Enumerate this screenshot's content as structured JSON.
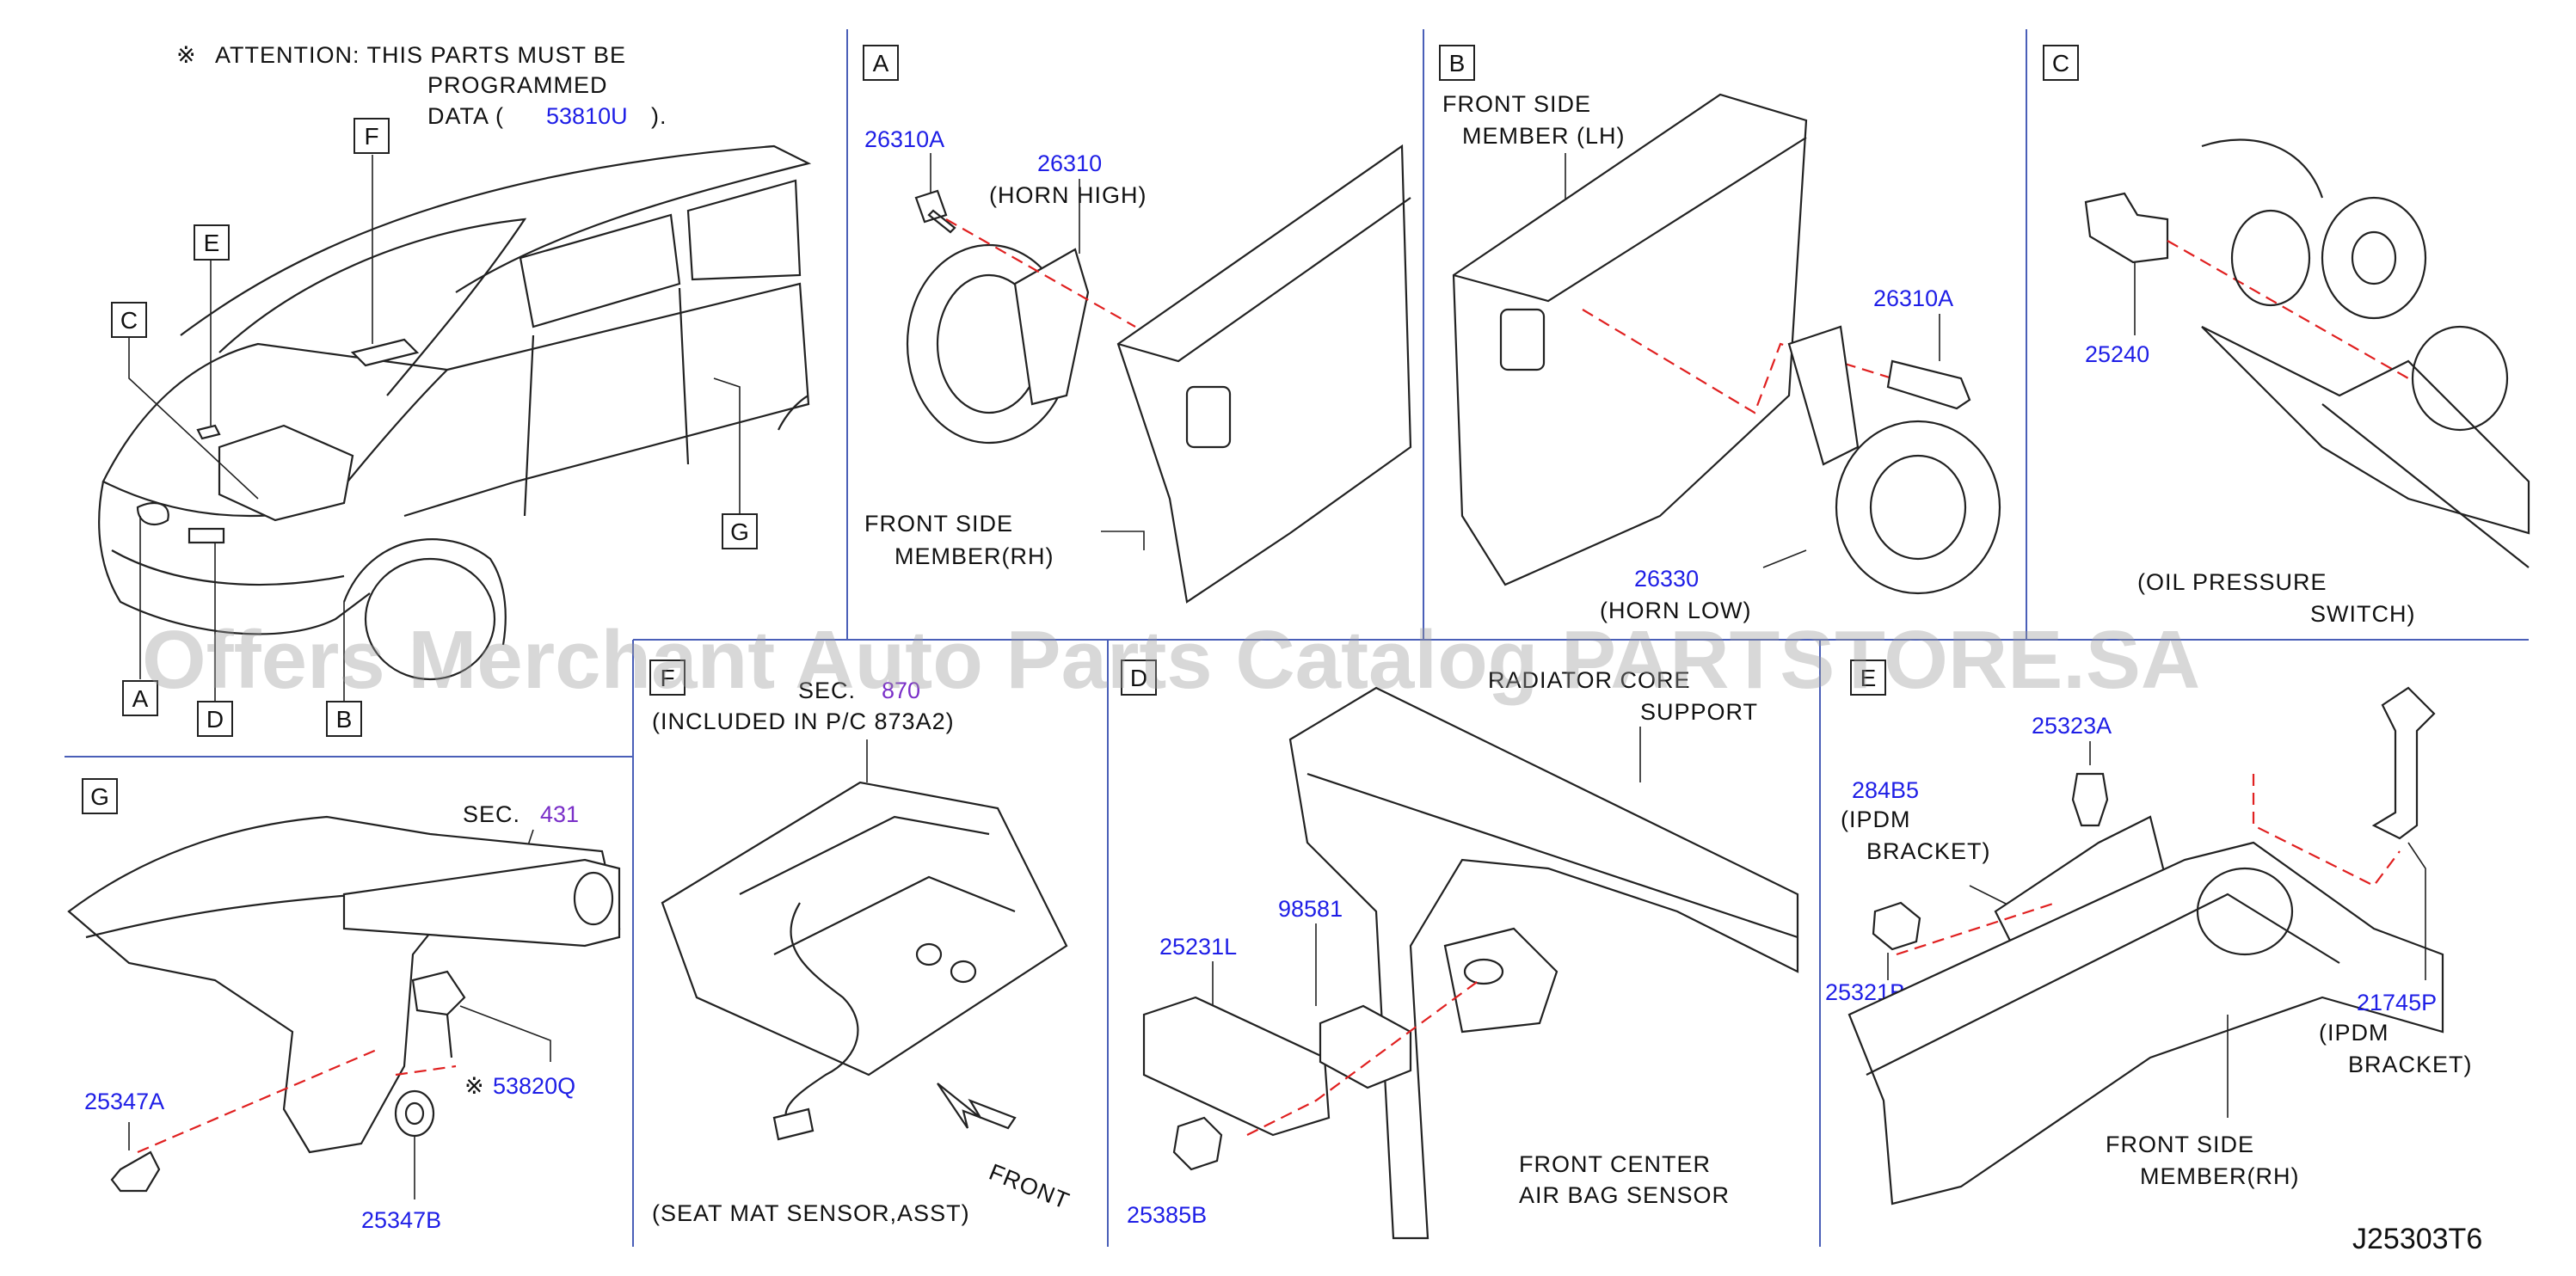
{
  "attention": {
    "symbol": "※",
    "line1": "ATTENTION:  THIS  PARTS  MUST  BE",
    "line2": "PROGRAMMED",
    "line3_prefix": "DATA  (",
    "line3_part": "53810U",
    "line3_suffix": ")."
  },
  "overview_callouts": [
    "A",
    "B",
    "C",
    "D",
    "E",
    "F",
    "G"
  ],
  "panels": {
    "A": {
      "label": "A",
      "part_bolt": "26310A",
      "part_horn": "26310",
      "horn_desc": "(HORN   HIGH)",
      "member_line1": "FRONT   SIDE",
      "member_line2": "MEMBER(RH)"
    },
    "B": {
      "label": "B",
      "member_line1": "FRONT   SIDE",
      "member_line2": "MEMBER   (LH)",
      "part_bolt": "26310A",
      "part_horn": "26330",
      "horn_desc": "(HORN   LOW)"
    },
    "C": {
      "label": "C",
      "part_switch": "25240",
      "desc_line1": "(OIL   PRESSURE",
      "desc_line2": "SWITCH)"
    },
    "F": {
      "label": "F",
      "sec_prefix": "SEC.",
      "sec_num": "870",
      "included": "(INCLUDED   IN   P/C   873A2)",
      "front": "FRONT",
      "caption": "(SEAT   MAT   SENSOR,ASST)"
    },
    "D": {
      "label": "D",
      "support_line1": "RADIATOR   CORE",
      "support_line2": "SUPPORT",
      "part_bracket": "25231L",
      "part_connector": "98581",
      "part_nut": "25385B",
      "caption_line1": "FRONT   CENTER",
      "caption_line2": "AIR   BAG   SENSOR"
    },
    "E": {
      "label": "E",
      "part_clip": "25323A",
      "part_bracket": "284B5",
      "bracket_line1": "(IPDM",
      "bracket_line2": "BRACKET)",
      "part_nut": "25321B",
      "part_bracket2": "21745P",
      "bracket2_line1": "(IPDM",
      "bracket2_line2": "BRACKET)",
      "member_line1": "FRONT   SIDE",
      "member_line2": "MEMBER(RH)"
    },
    "G": {
      "label": "G",
      "sec_prefix": "SEC.",
      "sec_num": "431",
      "part_bolt": "25347A",
      "part_sensor_mark": "※",
      "part_sensor": "53820Q",
      "part_bushing": "25347B"
    }
  },
  "watermark": "Offers Merchant Auto Parts Catalog PARTSTORE.SA",
  "diagram_code": "J25303T6",
  "colors": {
    "part_number": "#1e1ee6",
    "section_ref": "#7a2fc8",
    "separator": "#4a5fb8",
    "phantom_line": "#e02020"
  }
}
